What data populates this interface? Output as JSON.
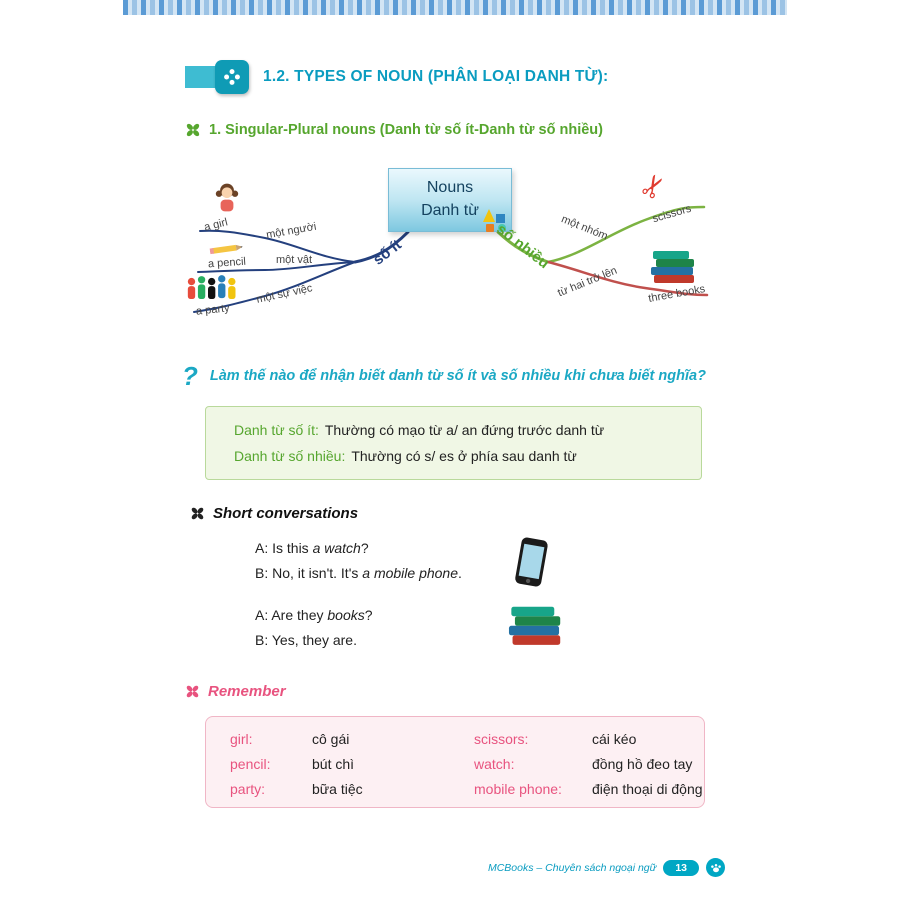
{
  "header": {
    "title": "1.2. TYPES OF NOUN (PHÂN LOẠI DANH TỪ):"
  },
  "section": {
    "title": "1. Singular-Plural nouns (Danh từ số ít-Danh từ số nhiều)"
  },
  "mindmap": {
    "center": {
      "line1": "Nouns",
      "line2": "Danh từ"
    },
    "left_branch_label": "số ít",
    "right_branch_label": "số nhiều",
    "items": {
      "girl_label": "a girl",
      "girl_desc": "một người",
      "pencil_label": "a pencil",
      "pencil_desc": "một vật",
      "party_label": "a party",
      "party_desc": "một sự việc",
      "scissors_label": "scissors",
      "scissors_desc": "một nhóm",
      "books_label": "three books",
      "books_desc": "từ hai trở lên"
    }
  },
  "question": {
    "mark": "?",
    "text": "Làm thế nào để nhận biết danh từ số ít và số nhiều khi chưa biết nghĩa?"
  },
  "rules": {
    "r1_term": "Danh từ số ít:",
    "r1_text": "Thường có mạo từ a/ an đứng trước danh từ",
    "r2_term": "Danh từ số nhiều:",
    "r2_text": "Thường có s/ es ở phía sau danh từ"
  },
  "conversation": {
    "title": "Short conversations",
    "d1l1_pre": "A: Is this ",
    "d1l1_em": "a watch",
    "d1l1_post": "?",
    "d1l2_pre": "B: No, it isn't. It's ",
    "d1l2_em": "a mobile phone",
    "d1l2_post": ".",
    "d2l1_pre": "A: Are they ",
    "d2l1_em": "books",
    "d2l1_post": "?",
    "d2l2_pre": "B: Yes, they are."
  },
  "remember": {
    "title": "Remember",
    "left": [
      {
        "term": "girl:",
        "meaning": "cô gái"
      },
      {
        "term": "pencil:",
        "meaning": "bút chì"
      },
      {
        "term": "party:",
        "meaning": "bữa tiệc"
      }
    ],
    "right": [
      {
        "term": "scissors:",
        "meaning": "cái kéo"
      },
      {
        "term": "watch:",
        "meaning": "đồng hồ đeo tay"
      },
      {
        "term": "mobile phone:",
        "meaning": "điện thoại di động"
      }
    ]
  },
  "footer": {
    "imprint": "MCBooks – Chuyên sách ngoại ngữ",
    "page_number": "13"
  },
  "colors": {
    "teal": "#0a9cc0",
    "green": "#56a62e",
    "pink": "#e8537f",
    "navy": "#24407e"
  }
}
